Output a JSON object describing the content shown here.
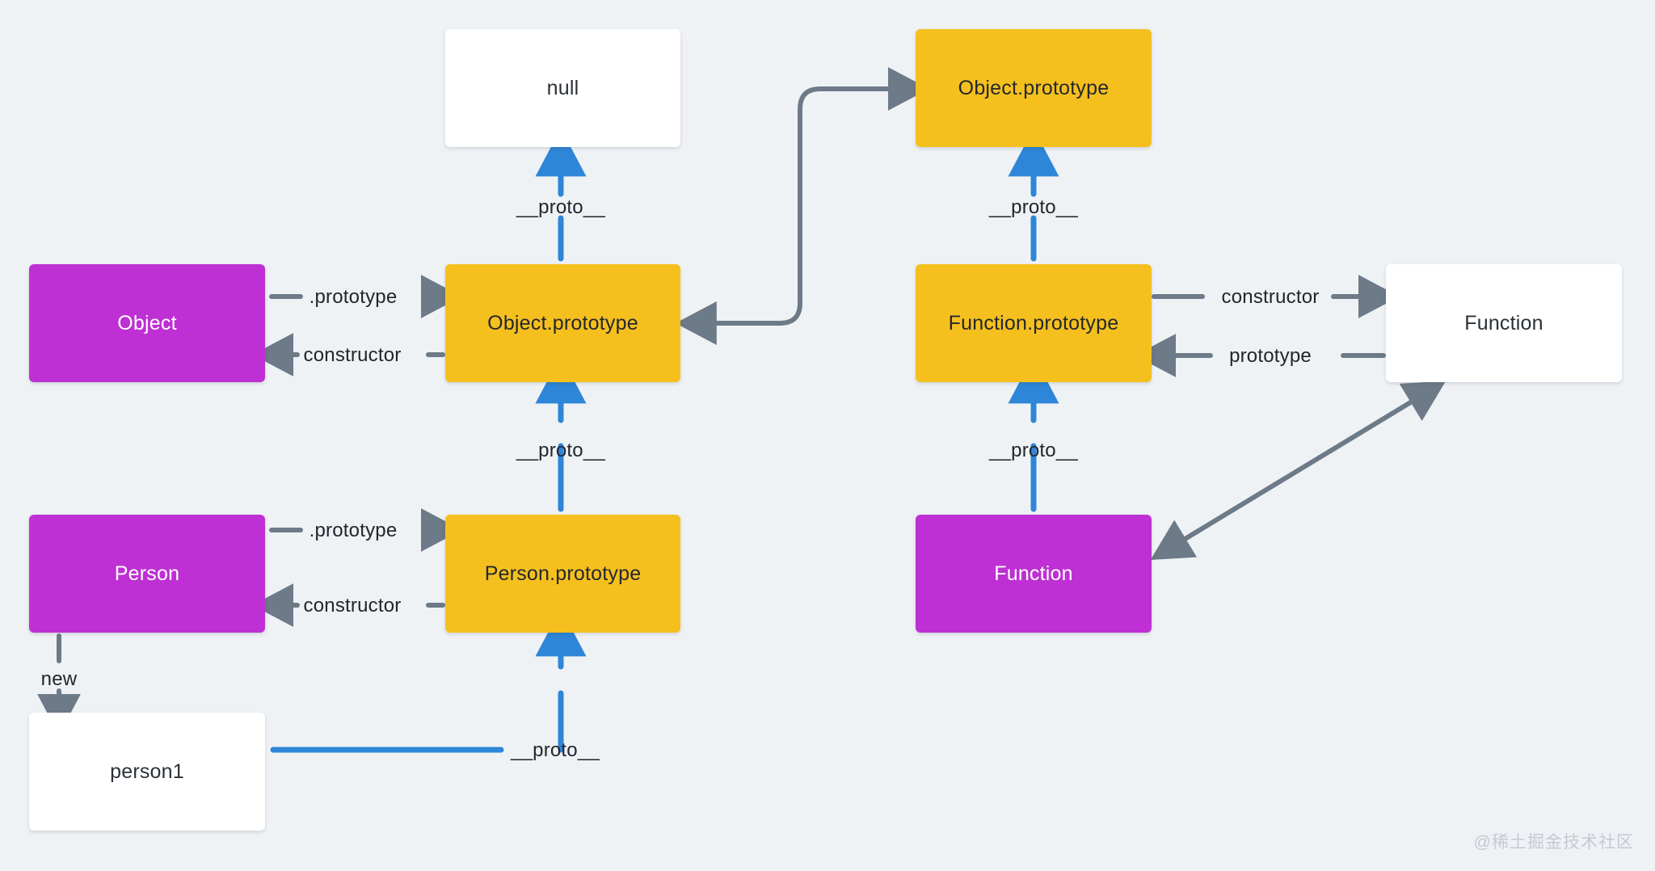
{
  "diagram": {
    "title": "JavaScript prototype chain diagram",
    "background_color": "#eff2f5",
    "colors": {
      "constructor_node": "#be30d3",
      "prototype_node": "#f5c01e",
      "plain_node": "#ffffff",
      "proto_arrow": "#2e86d8",
      "reference_arrow": "#6d7a88",
      "node_text_dark": "#24282e",
      "node_text_light": "#ffffff"
    },
    "nodes": [
      {
        "id": "null",
        "label": "null",
        "style": "white"
      },
      {
        "id": "object-prototype-left",
        "label": "Object.prototype",
        "style": "yellow"
      },
      {
        "id": "object-prototype-right",
        "label": "Object.prototype",
        "style": "yellow"
      },
      {
        "id": "object",
        "label": "Object",
        "style": "purple"
      },
      {
        "id": "function-prototype",
        "label": "Function.prototype",
        "style": "yellow"
      },
      {
        "id": "function-white",
        "label": "Function",
        "style": "white"
      },
      {
        "id": "person",
        "label": "Person",
        "style": "purple"
      },
      {
        "id": "person-prototype",
        "label": "Person.prototype",
        "style": "yellow"
      },
      {
        "id": "function-purple",
        "label": "Function",
        "style": "purple"
      },
      {
        "id": "person1",
        "label": "person1",
        "style": "white"
      }
    ],
    "edges": [
      {
        "id": "objproto-to-null",
        "label": "__proto__",
        "from": "object-prototype-left",
        "to": "null",
        "kind": "proto"
      },
      {
        "id": "object-to-objproto",
        "label": ".prototype",
        "from": "object",
        "to": "object-prototype-left",
        "kind": "reference"
      },
      {
        "id": "objproto-to-object",
        "label": "constructor",
        "from": "object-prototype-left",
        "to": "object",
        "kind": "reference"
      },
      {
        "id": "personproto-to-objproto",
        "label": "__proto__",
        "from": "person-prototype",
        "to": "object-prototype-left",
        "kind": "proto"
      },
      {
        "id": "person-to-personproto",
        "label": ".prototype",
        "from": "person",
        "to": "person-prototype",
        "kind": "reference"
      },
      {
        "id": "personproto-to-person",
        "label": "constructor",
        "from": "person-prototype",
        "to": "person",
        "kind": "reference"
      },
      {
        "id": "person-new-person1",
        "label": "new",
        "from": "person",
        "to": "person1",
        "kind": "reference"
      },
      {
        "id": "person1-to-personproto",
        "label": "__proto__",
        "from": "person1",
        "to": "person-prototype",
        "kind": "proto"
      },
      {
        "id": "funcproto-to-objproto-right",
        "label": "__proto__",
        "from": "function-prototype",
        "to": "object-prototype-right",
        "kind": "proto"
      },
      {
        "id": "funcproto-to-function",
        "label": "constructor",
        "from": "function-prototype",
        "to": "function-white",
        "kind": "reference"
      },
      {
        "id": "function-to-funcproto",
        "label": "prototype",
        "from": "function-white",
        "to": "function-prototype",
        "kind": "reference"
      },
      {
        "id": "funcpurple-to-funcproto",
        "label": "__proto__",
        "from": "function-purple",
        "to": "function-prototype",
        "kind": "proto"
      },
      {
        "id": "objproto-link",
        "label": "",
        "from": "object-prototype-left",
        "to": "object-prototype-right",
        "kind": "reference-bidirectional"
      },
      {
        "id": "funcpurple-to-functionwhite",
        "label": "",
        "from": "function-purple",
        "to": "function-white",
        "kind": "reference-bidirectional"
      }
    ]
  },
  "watermark": {
    "text": "@稀土掘金技术社区"
  }
}
